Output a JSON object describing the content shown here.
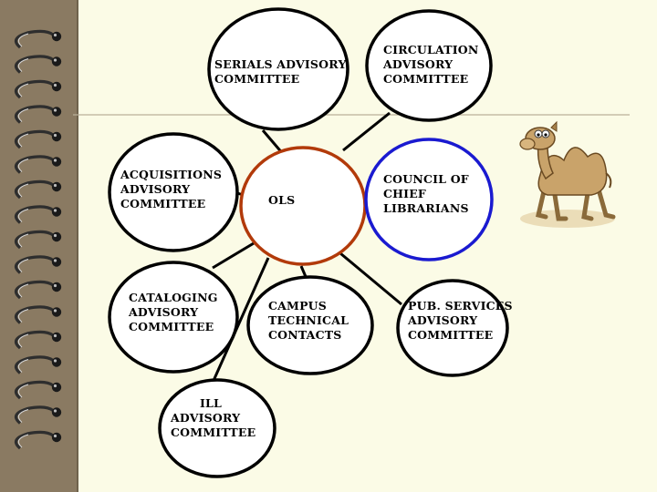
{
  "nodes": [
    {
      "id": "serials",
      "lines": [
        "SERIALS ADVISORY",
        "COMMITTEE"
      ]
    },
    {
      "id": "circulation",
      "lines": [
        "CIRCULATION",
        "ADVISORY",
        "COMMITTEE"
      ]
    },
    {
      "id": "acquisitions",
      "lines": [
        "ACQUISITIONS",
        "ADVISORY",
        "COMMITTEE"
      ]
    },
    {
      "id": "ols",
      "lines": [
        "OLS"
      ]
    },
    {
      "id": "council",
      "lines": [
        "COUNCIL OF",
        "CHIEF",
        "LIBRARIANS"
      ]
    },
    {
      "id": "cataloging",
      "lines": [
        "CATALOGING",
        "ADVISORY",
        "COMMITTEE"
      ]
    },
    {
      "id": "campus",
      "lines": [
        "CAMPUS",
        "TECHNICAL",
        "CONTACTS"
      ]
    },
    {
      "id": "pubservices",
      "lines": [
        "PUB. SERVICES",
        "ADVISORY",
        "COMMITTEE"
      ]
    },
    {
      "id": "ill",
      "lines": [
        "ILL",
        "ADVISORY",
        "COMMITTEE"
      ]
    }
  ],
  "colors": {
    "ols_border": "#b23a0a",
    "council_border": "#1a1ad0",
    "default_border": "#000000",
    "binding": "#8a7a62",
    "background": "#fbfbe6"
  },
  "decorations": {
    "mascot": "camel-icon",
    "binding": "spiral-binding"
  }
}
